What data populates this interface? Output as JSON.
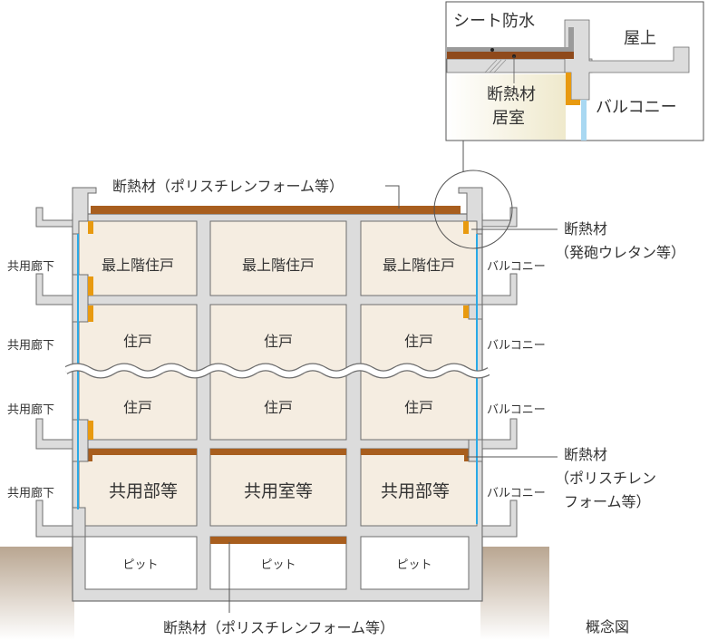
{
  "colors": {
    "concrete": "#dcdcdc",
    "outline": "#6e6e6e",
    "room": "#f5ede1",
    "insulation_board": "#a85e1e",
    "urethane": "#e89a10",
    "glass": "#29a9e6",
    "ground": "#bfae9c"
  },
  "inset": {
    "waterproof_sheet": "シート防水",
    "rooftop": "屋上",
    "insulation": "断熱材",
    "living_room": "居室",
    "balcony": "バルコニー"
  },
  "labels": {
    "roof_insulation": "断熱材（ポリスチレンフォーム等）",
    "urethane_line1": "断熱材",
    "urethane_line2": "（発砲ウレタン等）",
    "slab_insulation_line1": "断熱材",
    "slab_insulation_line2": "（ポリスチレン",
    "slab_insulation_line3": "フォーム等）",
    "pit_insulation": "断熱材（ポリスチレンフォーム等）",
    "concept": "概念図"
  },
  "corridor_labels": [
    "共用廊下",
    "共用廊下",
    "共用廊下",
    "共用廊下"
  ],
  "balcony_labels": [
    "バルコニー",
    "バルコニー",
    "バルコニー",
    "バルコニー"
  ],
  "rooms": {
    "top_floor": [
      "最上階住戸",
      "最上階住戸",
      "最上階住戸"
    ],
    "middle_floor": [
      "住戸",
      "住戸",
      "住戸"
    ],
    "lower_floor": [
      "住戸",
      "住戸",
      "住戸"
    ],
    "common_floor": [
      "共用部等",
      "共用室等",
      "共用部等"
    ],
    "pit": [
      "ピット",
      "ピット",
      "ピット"
    ]
  }
}
